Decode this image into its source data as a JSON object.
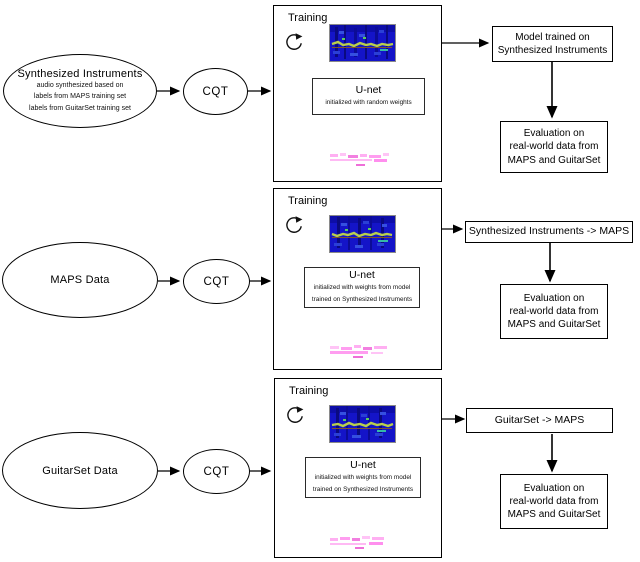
{
  "figure": {
    "rows": [
      {
        "source": {
          "title": "Synthesized Instruments",
          "lines": [
            "audio synthesized based on",
            "labels from MAPS training set",
            "labels from GuitarSet training set"
          ]
        },
        "cqt": "CQT",
        "training": {
          "label": "Training",
          "unet": "U-net",
          "unet_lines": [
            "initialized with random weights"
          ]
        },
        "result_lines": [
          "Model trained on",
          "Synthesized Instruments"
        ],
        "eval_lines": [
          "Evaluation on",
          "real-world data from",
          "MAPS and GuitarSet"
        ]
      },
      {
        "source": {
          "title": "MAPS Data",
          "lines": []
        },
        "cqt": "CQT",
        "training": {
          "label": "Training",
          "unet": "U-net",
          "unet_lines": [
            "initialized with weights from model",
            "trained on Synthesized Instruments"
          ]
        },
        "result_lines": [
          "Synthesized Instruments -> MAPS"
        ],
        "eval_lines": [
          "Evaluation on",
          "real-world data from",
          "MAPS and GuitarSet"
        ]
      },
      {
        "source": {
          "title": "GuitarSet Data",
          "lines": []
        },
        "cqt": "CQT",
        "training": {
          "label": "Training",
          "unet": "U-net",
          "unet_lines": [
            "initialized with weights from model",
            "trained on Synthesized Instruments"
          ]
        },
        "result_lines": [
          "GuitarSet -> MAPS"
        ],
        "eval_lines": [
          "Evaluation on",
          "real-world data from",
          "MAPS and GuitarSet"
        ]
      }
    ],
    "icons": {
      "loop": "circular-arrow-refresh",
      "spectrogram": "cqt-spectrogram-thumbnail",
      "output": "pink-pianoroll-output",
      "arrowhead": "solid-triangle"
    },
    "colors": {
      "stroke": "#000000",
      "spectrogram_bg": "#1414c8",
      "spectrogram_band": "#b9cf4d",
      "output_pink": "#ff9df0"
    }
  }
}
